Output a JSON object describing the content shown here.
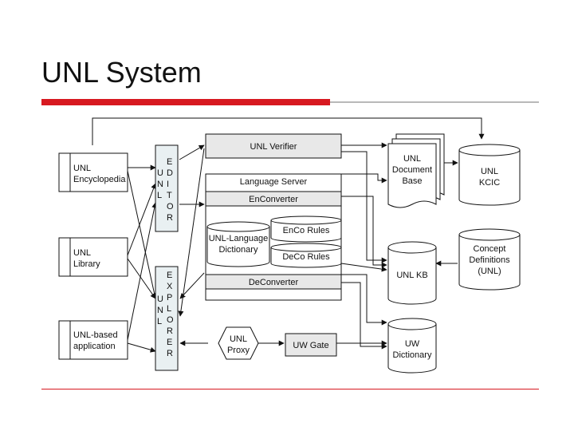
{
  "slide": {
    "title": "UNL System"
  },
  "diagram": {
    "apps": {
      "encyclopedia": [
        "UNL",
        "Encyclopedia"
      ],
      "library": [
        "UNL",
        "Library"
      ],
      "application": [
        "UNL-based",
        "application"
      ]
    },
    "editor": {
      "side": [
        "U",
        "N",
        "L"
      ],
      "main": [
        "E",
        "D",
        "I",
        "T",
        "O",
        "R"
      ]
    },
    "explorer": {
      "side": [
        "U",
        "N",
        "L"
      ],
      "main": [
        "E",
        "X",
        "P",
        "L",
        "O",
        "R",
        "E",
        "R"
      ]
    },
    "verifier": "UNL Verifier",
    "language_server": "Language Server",
    "enconverter": "EnConverter",
    "deconverter": "DeConverter",
    "language_dictionary": [
      "UNL-Language",
      "Dictionary"
    ],
    "enco_rules": "EnCo Rules",
    "deco_rules": "DeCo Rules",
    "document_base": [
      "UNL",
      "Document",
      "Base"
    ],
    "kcic": [
      "UNL",
      "KCIC"
    ],
    "concept_definitions": [
      "Concept",
      "Definitions",
      "(UNL)"
    ],
    "kb": "UNL KB",
    "uw_dictionary": [
      "UW",
      "Dictionary"
    ],
    "proxy": [
      "UNL",
      "Proxy"
    ],
    "uw_gate": "UW Gate"
  }
}
